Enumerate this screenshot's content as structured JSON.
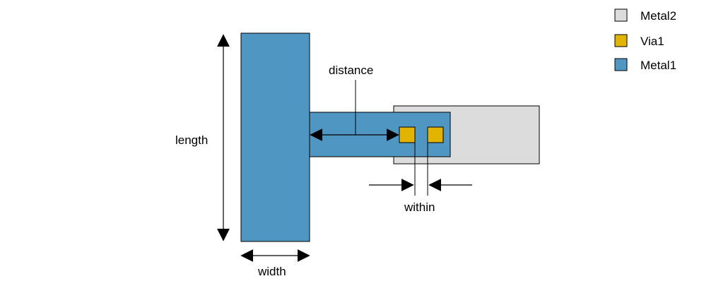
{
  "legend": {
    "items": [
      {
        "label": "Metal2",
        "color": "#dcdcdc"
      },
      {
        "label": "Via1",
        "color": "#e0b400"
      },
      {
        "label": "Metal1",
        "color": "#5096c3"
      }
    ]
  },
  "labels": {
    "length": "length",
    "width": "width",
    "distance": "distance",
    "within": "within"
  },
  "colors": {
    "metal1": "#5096c3",
    "metal2": "#dcdcdc",
    "via1": "#e0b400",
    "outline": "#000000"
  }
}
